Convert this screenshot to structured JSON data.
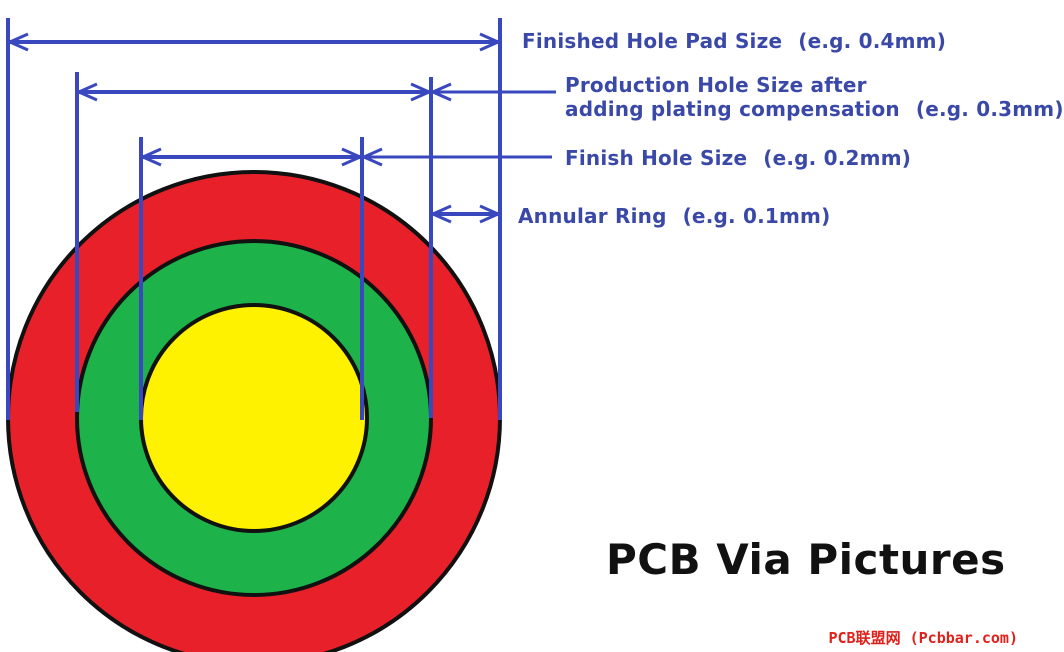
{
  "labels": {
    "finished_hole_pad_size": "Finished Hole Pad Size",
    "finished_hole_pad_size_example": "(e.g. 0.4mm)",
    "production_hole_size_line1": "Production Hole Size  after",
    "production_hole_size_line2": "adding plating compensation",
    "production_hole_size_example": "(e.g. 0.3mm)",
    "finish_hole_size": "Finish Hole Size",
    "finish_hole_size_example": "(e.g. 0.2mm)",
    "annular_ring": "Annular Ring",
    "annular_ring_example": "(e.g. 0.1mm)"
  },
  "title": "PCB Via Pictures",
  "watermark": "PCB联盟网 (Pcbbar.com)",
  "colors": {
    "pad": "#e8202a",
    "plating": "#1db34a",
    "hole": "#fff200",
    "outline": "#111111",
    "dimension": "#3a48c0",
    "label_text": "#3a48a8",
    "title_text": "#111111",
    "watermark_text": "#e0201a"
  }
}
